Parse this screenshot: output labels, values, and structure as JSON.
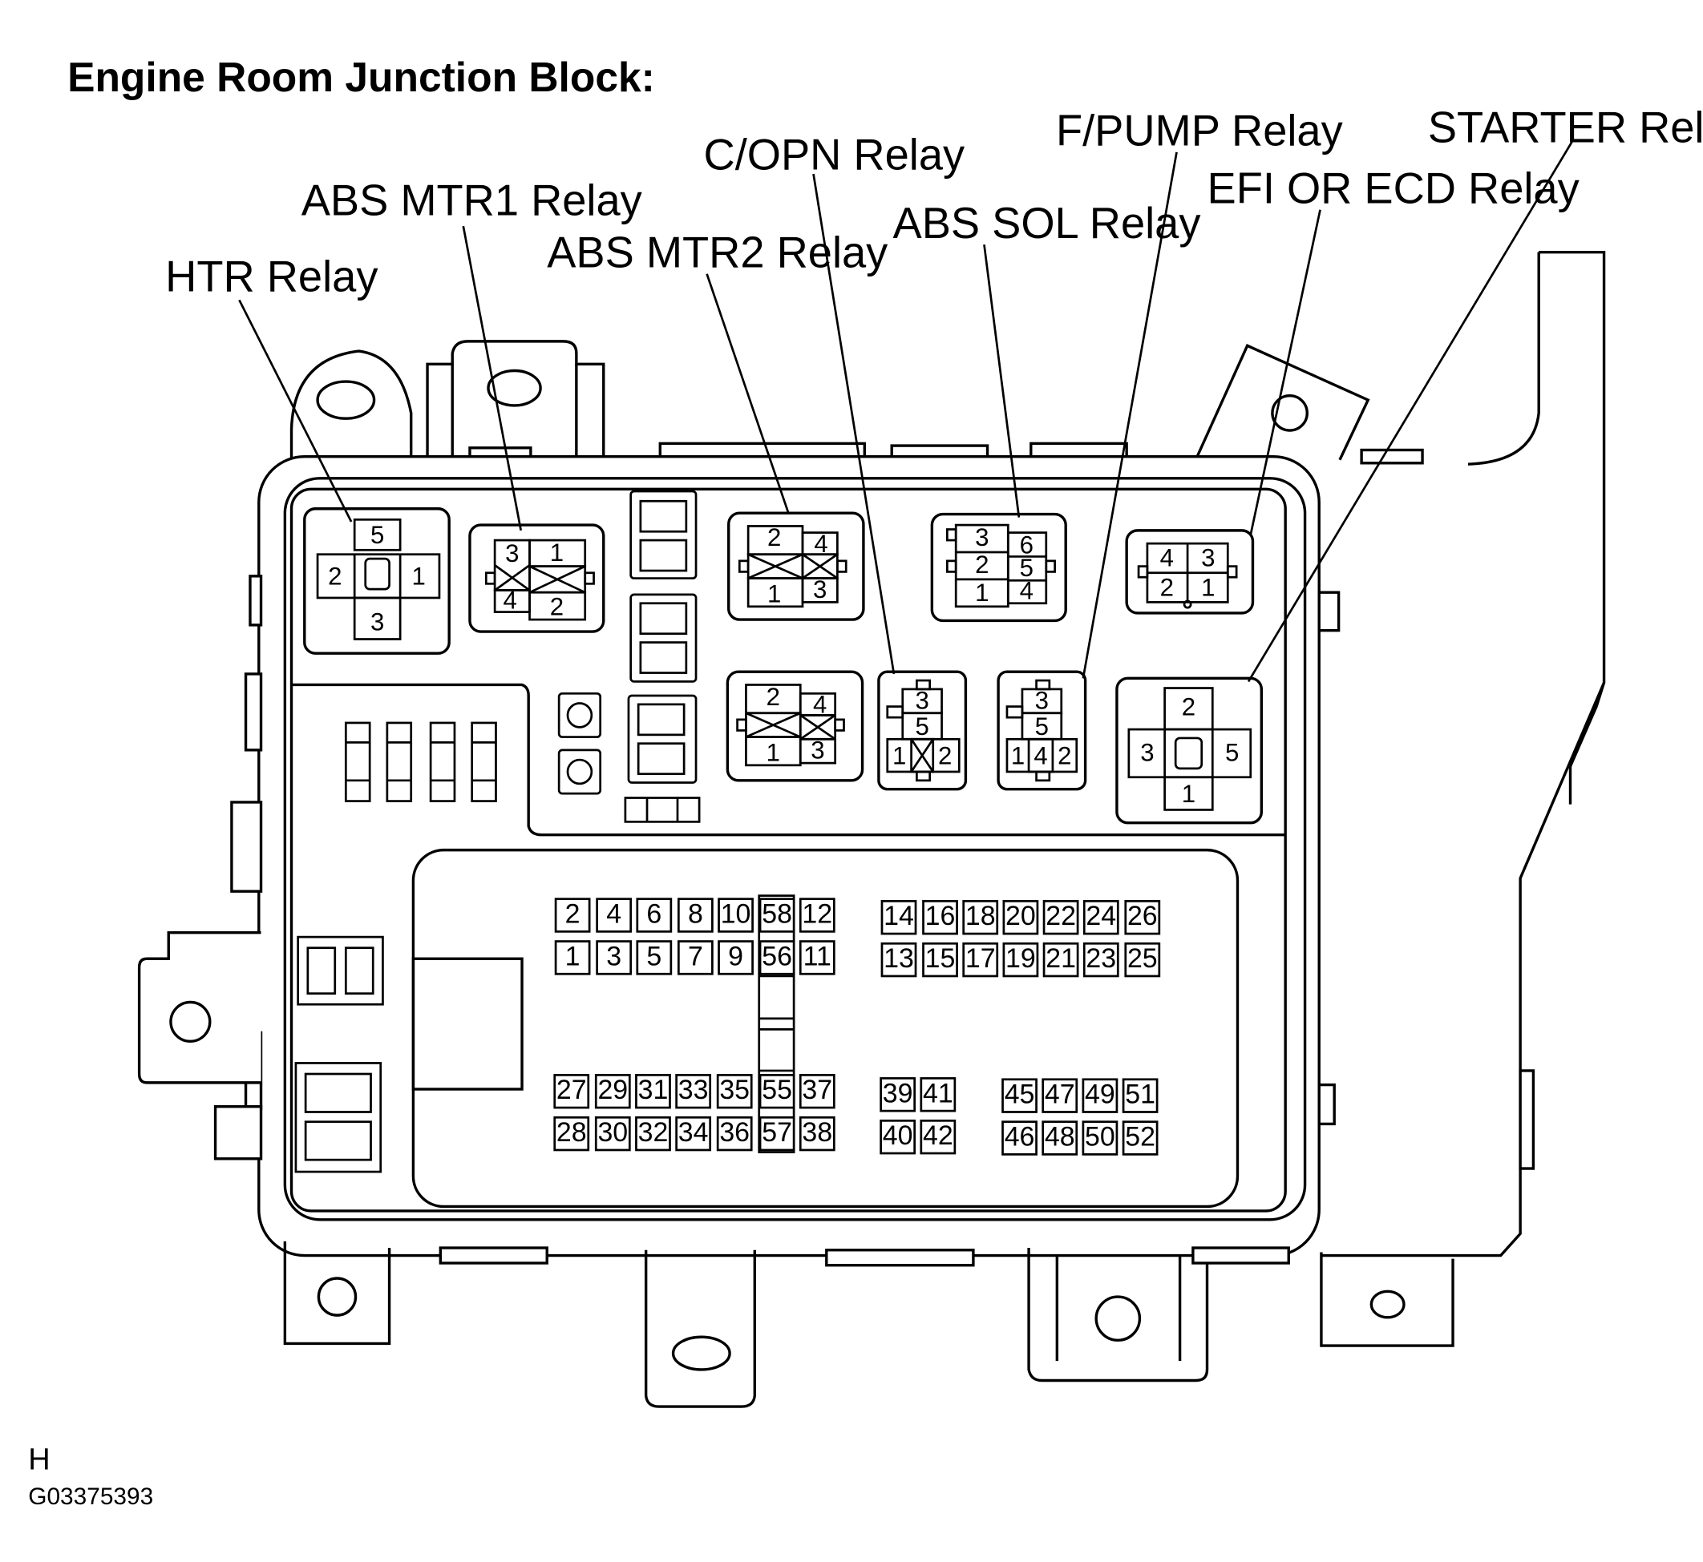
{
  "title": "Engine Room Junction Block:",
  "callouts": {
    "htr": "HTR Relay",
    "abs_mtr1": "ABS MTR1 Relay",
    "abs_mtr2": "ABS MTR2 Relay",
    "c_opn": "C/OPN Relay",
    "abs_sol": "ABS SOL Relay",
    "f_pump": "F/PUMP Relay",
    "efi": "EFI OR ECD Relay",
    "starter": "STARTER Relay"
  },
  "footer": {
    "letter": "H",
    "code": "G03375393"
  },
  "relay_pins": {
    "htr": [
      "5",
      "2",
      "1",
      "3"
    ],
    "abs_mtr1": [
      "3",
      "1",
      "4",
      "2"
    ],
    "abs_mtr2": [
      "2",
      "4",
      "1",
      "3"
    ],
    "abs_sol": [
      "3",
      "6",
      "2",
      "5",
      "1",
      "4"
    ],
    "efi": [
      "4",
      "3",
      "2",
      "1"
    ],
    "relay_lower": [
      "2",
      "4",
      "1",
      "3"
    ],
    "c_opn": [
      "3",
      "5",
      "1",
      "2"
    ],
    "f_pump": [
      "3",
      "5",
      "1",
      "4",
      "2"
    ],
    "starter": [
      "2",
      "3",
      "5",
      "1"
    ]
  },
  "fuse_groups": {
    "upper_left": {
      "top": [
        "2",
        "4",
        "6",
        "8",
        "10",
        "58",
        "12"
      ],
      "bottom": [
        "1",
        "3",
        "5",
        "7",
        "9",
        "56",
        "11"
      ]
    },
    "upper_right": {
      "top": [
        "14",
        "16",
        "18",
        "20",
        "22",
        "24",
        "26"
      ],
      "bottom": [
        "13",
        "15",
        "17",
        "19",
        "21",
        "23",
        "25"
      ]
    },
    "lower_left": {
      "top": [
        "27",
        "29",
        "31",
        "33",
        "35",
        "55",
        "37"
      ],
      "bottom": [
        "28",
        "30",
        "32",
        "34",
        "36",
        "57",
        "38"
      ]
    },
    "lower_mid": {
      "top": [
        "39",
        "41"
      ],
      "bottom": [
        "40",
        "42"
      ]
    },
    "lower_right": {
      "top": [
        "45",
        "47",
        "49",
        "51"
      ],
      "bottom": [
        "46",
        "48",
        "50",
        "52"
      ]
    }
  }
}
